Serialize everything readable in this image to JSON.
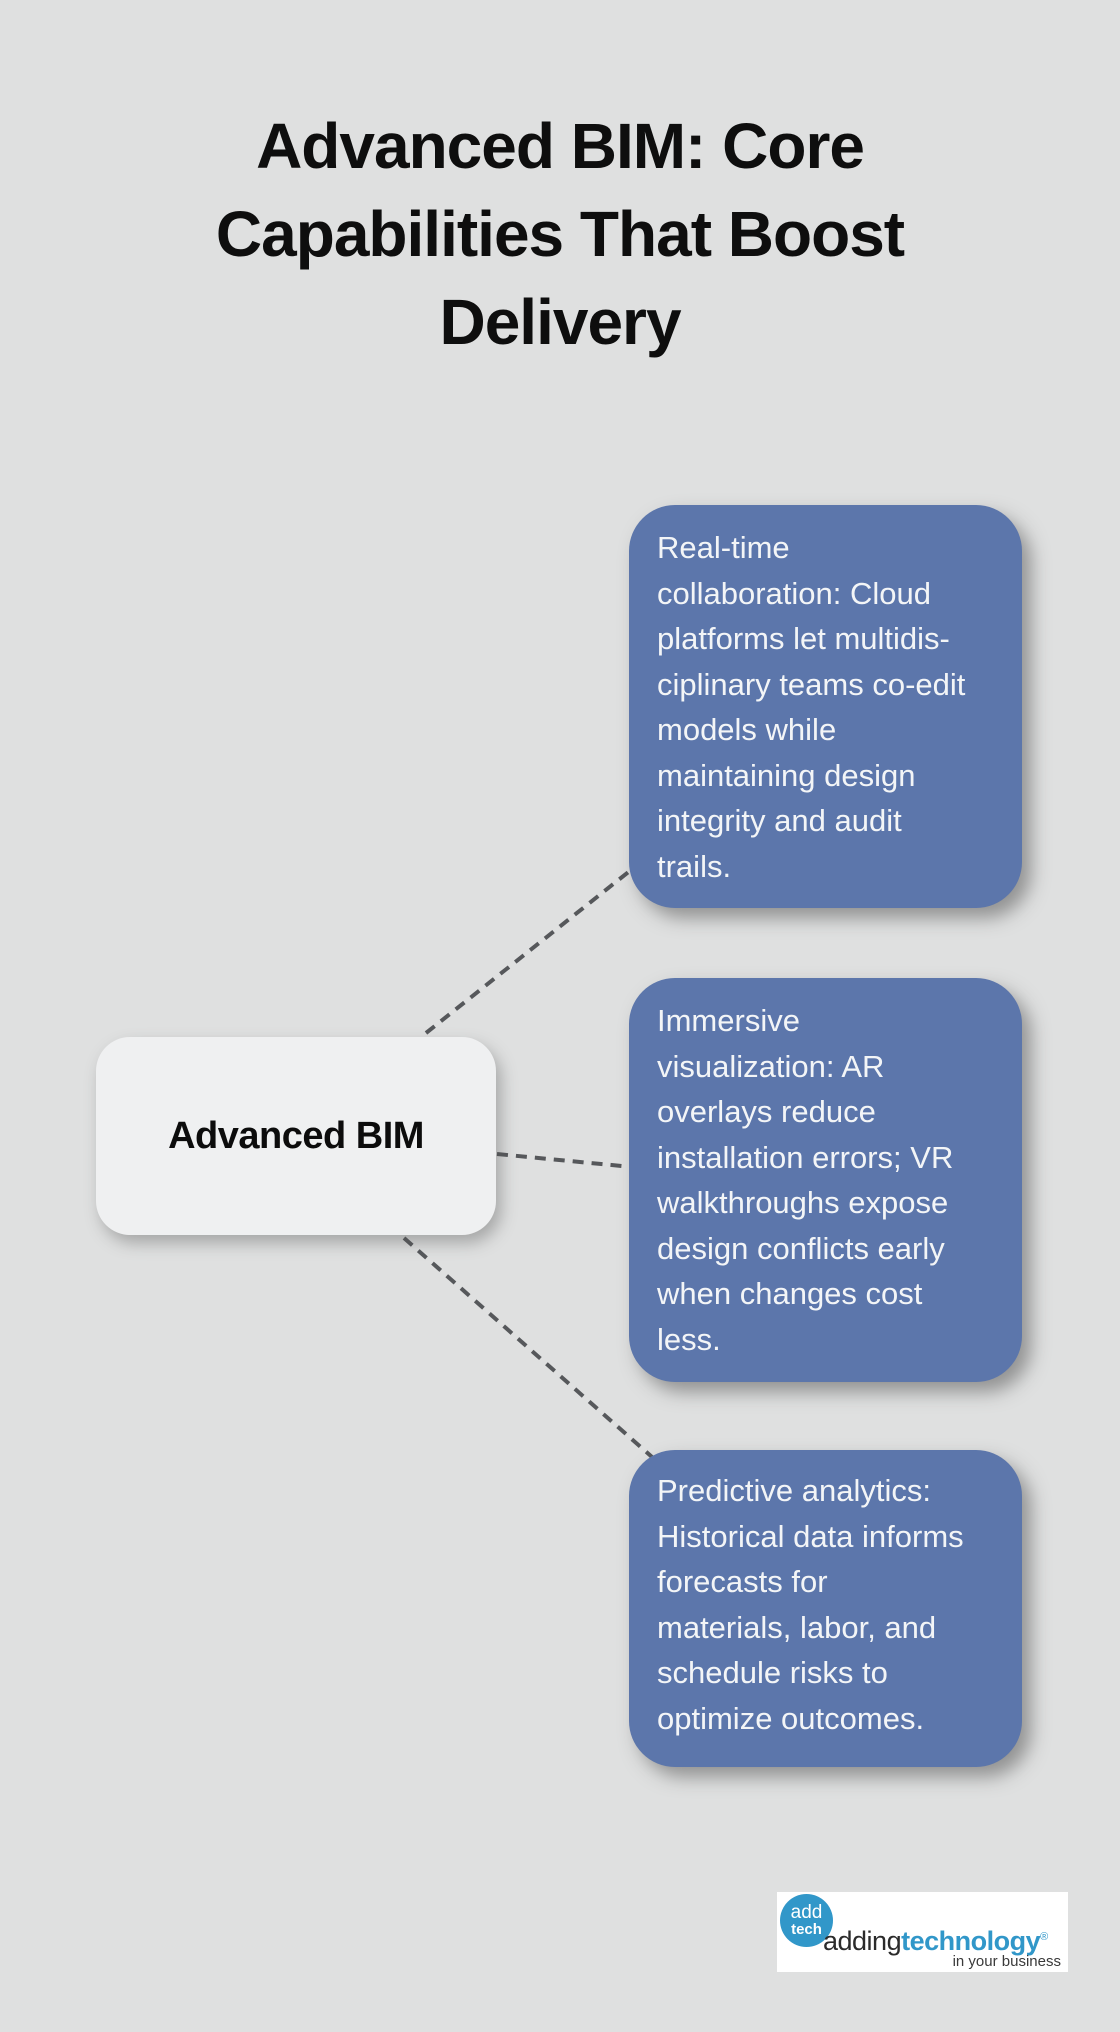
{
  "title": {
    "lines": [
      "Advanced BIM: Core",
      "Capabilities That Boost",
      "Delivery"
    ]
  },
  "center_node": {
    "label": "Advanced BIM"
  },
  "cards": [
    {
      "id": "realtime-collaboration",
      "lines": [
        "Real-time",
        "collaboration: Cloud",
        "platforms let multidis-",
        "ciplinary teams co-edit",
        "models while",
        "maintaining design",
        "integrity and audit",
        "trails."
      ]
    },
    {
      "id": "immersive-visualization",
      "lines": [
        "Immersive",
        "visualization: AR",
        "overlays reduce",
        "installation errors; VR",
        "walkthroughs expose",
        "design conflicts early",
        "when changes cost",
        "less."
      ]
    },
    {
      "id": "predictive-analytics",
      "lines": [
        "Predictive analytics:",
        "Historical data informs",
        "forecasts for",
        "materials, labor, and",
        "schedule risks to",
        "optimize outcomes."
      ]
    }
  ],
  "logo": {
    "badge_top": "add",
    "badge_bottom": "tech",
    "brand_regular": "adding",
    "brand_bold": "technology",
    "registered_mark": "®",
    "tagline": "in your business"
  },
  "colors": {
    "background": "#dfe0e0",
    "card_blue": "#5c76ab",
    "card_text": "#f3f5f7",
    "center_node_fill": "#eff0f1",
    "connector_gray": "#56585b",
    "title_text": "#0e0e0e",
    "logo_blue": "#3197c9",
    "logo_background": "#ffffff"
  }
}
